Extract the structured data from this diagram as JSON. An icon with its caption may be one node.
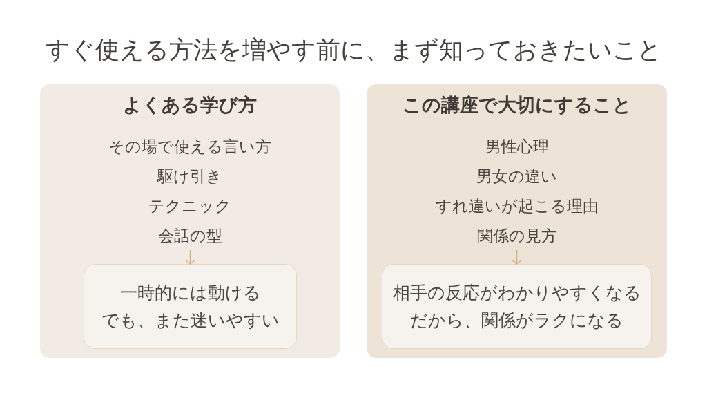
{
  "diagram": {
    "title": "すぐ使える方法を増やす前に、まず知っておきたいこと",
    "nodes": [
      {
        "text": [
          "よくある学び方"
        ]
      },
      {
        "text": [
          "その場で使える言い方",
          "駆け引き",
          "テクニック",
          "会話の型"
        ],
        "in": 0
      },
      {
        "text": [
          "一時的には動ける",
          "でも、また迷いやすい"
        ],
        "in": 0
      },
      {
        "text": [
          "この講座で大切にすること"
        ]
      },
      {
        "text": [
          "男性心理",
          "男女の違い",
          "すれ違いが起こる理由",
          "関係の見方"
        ],
        "in": 3
      },
      {
        "text": [
          "相手の反応がわかりやすくなる",
          "だから、関係がラクになる"
        ],
        "in": 3
      }
    ],
    "edges": [
      {
        "from": 1,
        "to": 2,
        "arrow": "to"
      },
      {
        "from": 4,
        "to": 5,
        "arrow": "to"
      }
    ]
  }
}
